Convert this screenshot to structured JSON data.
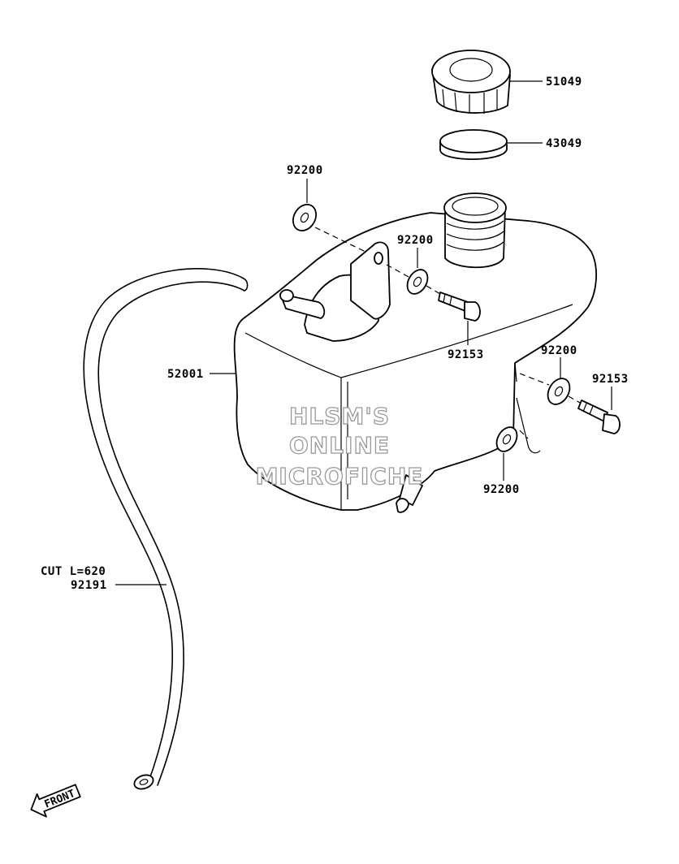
{
  "parts": {
    "cap": "51049",
    "gasket": "43049",
    "washer_top_left": "92200",
    "washer_top_mid": "92200",
    "bolt_top": "92153",
    "washer_right": "92200",
    "bolt_right": "92153",
    "washer_bottom_right": "92200",
    "tank": "52001",
    "hose_note": "CUT L=620",
    "hose": "92191"
  },
  "watermark": [
    "HLSM'S",
    "ONLINE",
    "MICROFICHE"
  ],
  "front_label": "FRONT",
  "colors": {
    "ink": "#000000",
    "watermark_outline": "#9a9a9a",
    "background": "#ffffff"
  }
}
